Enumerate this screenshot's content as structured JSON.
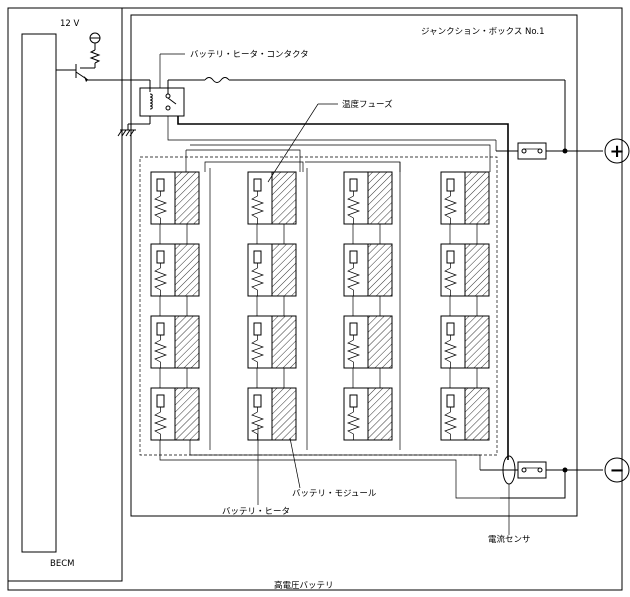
{
  "labels": {
    "voltage": "12 V",
    "junction_box": "ジャンクション・ボックス No.1",
    "heater_contactor": "バッテリ・ヒータ・コンタクタ",
    "thermal_fuse": "温度フューズ",
    "battery_module": "バッテリ・モジュール",
    "battery_heater": "バッテリ・ヒータ",
    "current_sensor": "電流センサ",
    "becm": "BECM",
    "hv_battery": "高電圧バッテリ"
  },
  "terminals": {
    "positive": "+",
    "negative": "−"
  },
  "module_grid": {
    "columns": 4,
    "rows": 4
  }
}
